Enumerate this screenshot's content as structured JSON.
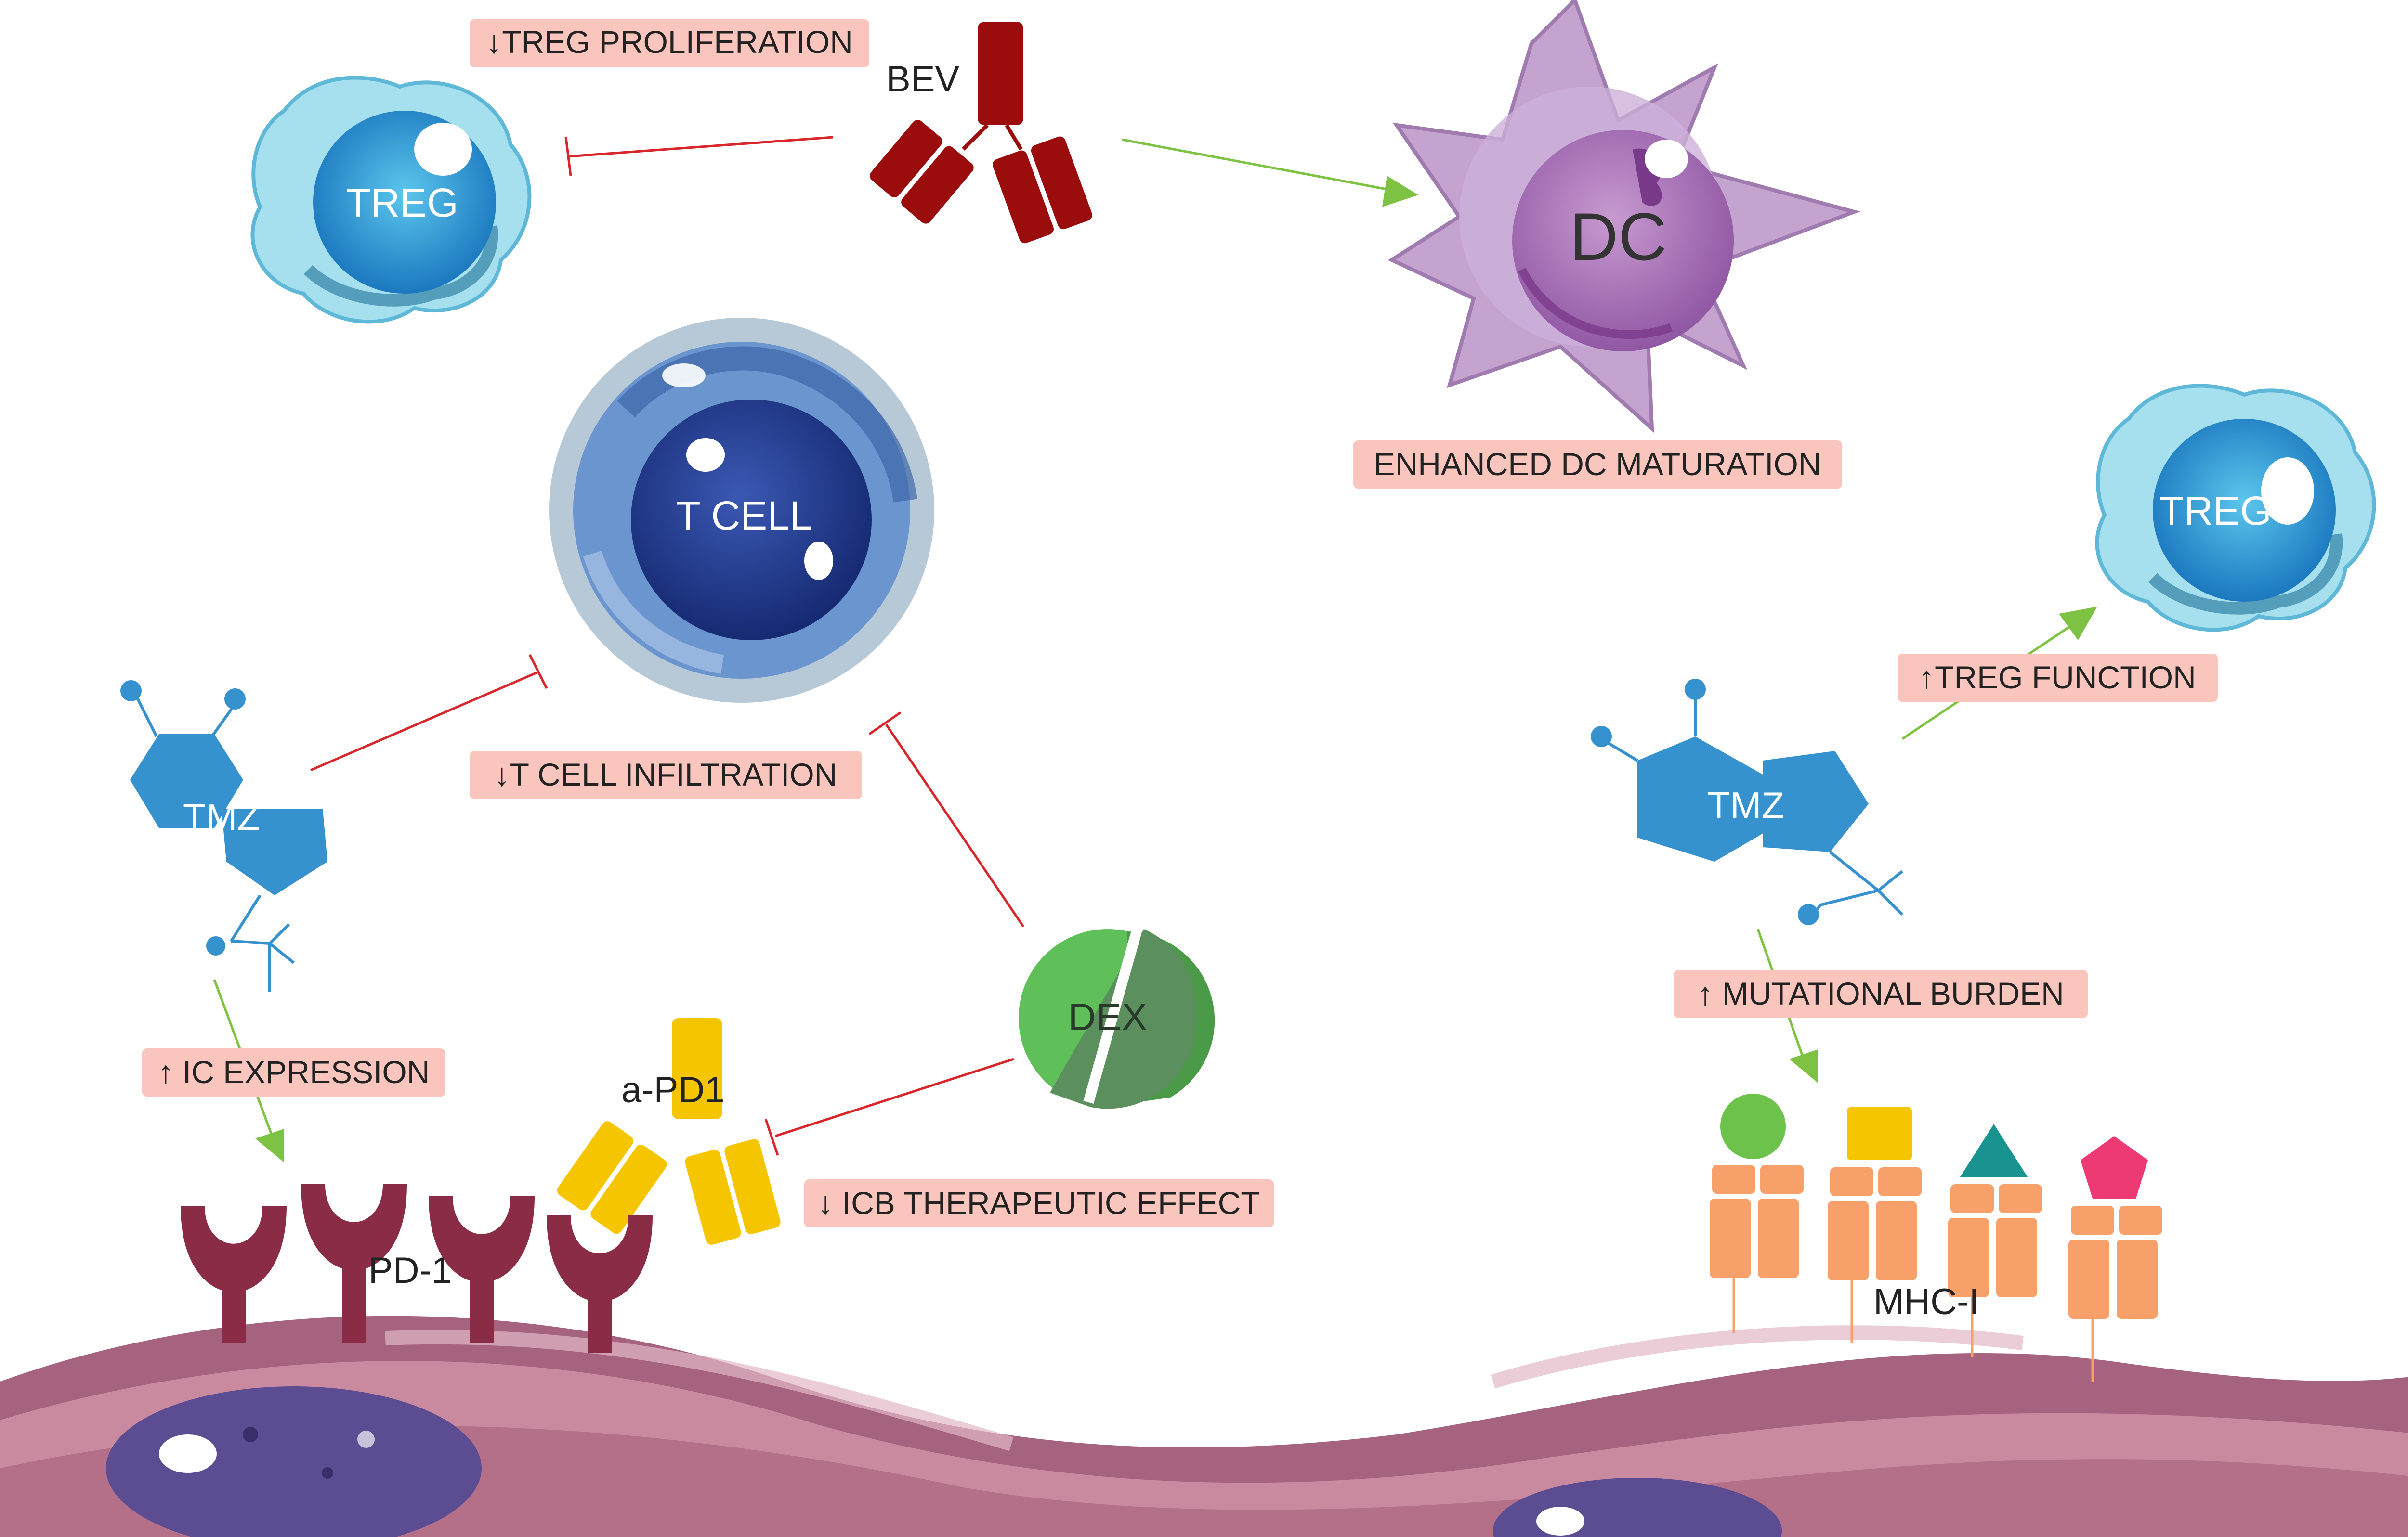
{
  "labels": {
    "treg_proliferation": "↓TREG PROLIFERATION",
    "bev": "BEV",
    "treg_left": "TREG",
    "dc": "DC",
    "dc_maturation": "ENHANCED DC MATURATION",
    "tcell": "T CELL",
    "treg_right": "TREG",
    "treg_function": "↑TREG FUNCTION",
    "tmz_left": "TMZ",
    "tmz_right": "TMZ",
    "tcell_infiltration": "↓T CELL INFILTRATION",
    "dex": "DEX",
    "mutational_burden": "↑ MUTATIONAL BURDEN",
    "ic_expression": "↑ IC EXPRESSION",
    "apd1": "a-PD1",
    "icb_effect": "↓ ICB THERAPEUTIC EFFECT",
    "pd1": "PD-1",
    "mhc": "MHC-I"
  },
  "colors": {
    "promote": "#7dc242",
    "inhibit": "#d9262b",
    "label_bg": "#f9c5bd",
    "treg": "#2a8fcc",
    "tmz": "#3592cf",
    "dex": "#5fbf58",
    "bev": "#9b0d0d",
    "apd1": "#f5c600",
    "pd1": "#8b2c47",
    "mhc": "#f7a06a"
  }
}
